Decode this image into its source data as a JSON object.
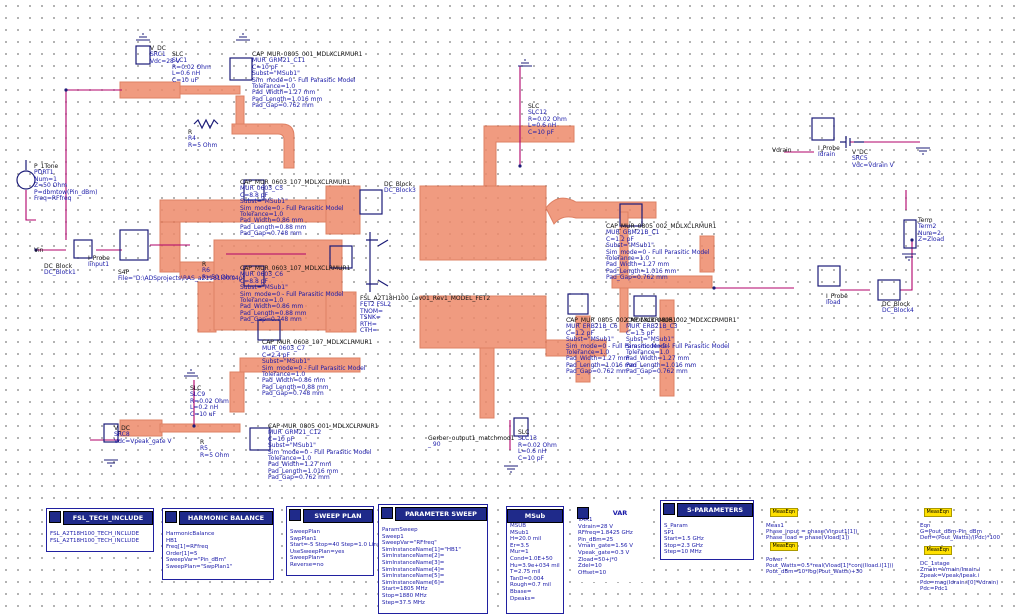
{
  "colors": {
    "layout": "#ee8a6a",
    "layout_edge": "#d96a48",
    "wire": "#b0006a",
    "component": "#1c1c78",
    "text": "#1a1aa8"
  },
  "labels": {
    "vdc_top": [
      "V_DC",
      "SRC1",
      "Vdc=28 V"
    ],
    "slc_top": [
      "SLC",
      "SLC1",
      "R=0.02 Ohm",
      "L=0.6 nH",
      "C=10 uF"
    ],
    "cap_top": [
      "CAP_MUR_0805_001_MDLXCLRMUR1",
      "MUR_GRM21_C11",
      "C=10 pF",
      "Subst=\"MSub1\"",
      "Sim_mode=0 - Full Parasitic Model",
      "Tolerance=1.0",
      "Pad_Width=1.27 mm",
      "Pad_Length=1.016 mm",
      "Pad_Gap=0.762 mm"
    ],
    "r_top": [
      "R",
      "R4",
      "R=5 Ohm"
    ],
    "slc_drain": [
      "SLC",
      "SLC12",
      "R=0.02 Ohm",
      "L=0.6 nH",
      "C=10 pF"
    ],
    "probe_vdrain": [
      "I_Probe",
      "Idrain"
    ],
    "vdc_right": [
      "V_DC",
      "SRC5",
      "Vdc=Vdrain V"
    ],
    "vdrain_tag": [
      "Vdrain"
    ],
    "term2": [
      "Term",
      "Term2",
      "Num=2",
      "Z=Zload"
    ],
    "port": [
      "P_1Tone",
      "PORT1",
      "Num=1",
      "Z=50 Ohm",
      "P=dbmtow(Pin_dBm)",
      "Freq=RFfreq"
    ],
    "vin_tag": [
      "Vin"
    ],
    "dcblock1": [
      "DC_Block",
      "DC_Block1"
    ],
    "probe_in": [
      "I_Probe",
      "Iinput1"
    ],
    "s4p": [
      "S4P",
      "File=\"D:\\ADSprojects\\RAS_a21181i00.s4p\""
    ],
    "r6": [
      "R",
      "R6",
      "R=50 Ohm"
    ],
    "cap_in1": [
      "CAP_MUR_0603_107_MDLXCLRMUR1",
      "MUR_0603_C5",
      "C=8.8 pF",
      "Subst=\"MSub1\"",
      "Sim_mode=0 - Full Parasitic Model",
      "Tolerance=1.0",
      "Pad_Width=0.86 mm",
      "Pad_Length=0.88 mm",
      "Pad_Gap=0.748 mm"
    ],
    "cap_in2": [
      "CAP_MUR_0603_107_MDLXCLRMUR1",
      "MUR_0603_C6",
      "C=8.8 pF",
      "Subst=\"MSub1\"",
      "Sim_mode=0 - Full Parasitic Model",
      "Tolerance=1.0",
      "Pad_Width=0.86 mm",
      "Pad_Length=0.88 mm",
      "Pad_Gap=0.748 mm"
    ],
    "cap_in3": [
      "CAP_MUR_0603_107_MDLXCLRMUR1",
      "MUR_0603_C7",
      "C=2.4 pF",
      "Subst=\"MSub1\"",
      "Sim_mode=0 - Full Parasitic Model",
      "Tolerance=1.0",
      "Pad_Width=0.86 mm",
      "Pad_Length=0.88 mm",
      "Pad_Gap=0.748 mm"
    ],
    "dcblock3": [
      "DC_Block",
      "DC_Block3"
    ],
    "fet": [
      "FSL_A2T18H100_Lev01_Rev1_MODEL_FET2",
      "FET2 FSL2",
      "TNOM=",
      "TSNK=",
      "RTH=",
      "CTH="
    ],
    "slc_gate": [
      "SLC",
      "SLC9",
      "R=0.02 Ohm",
      "L=0.2 nH",
      "C=10 uF"
    ],
    "vdc_gate": [
      "V_DC",
      "SRC8",
      "Vdc=Vpeak_gate V"
    ],
    "r5": [
      "R",
      "R5",
      "R=5 Ohm"
    ],
    "cap_gate": [
      "CAP_MUR_0805_001_MDLXCLRMUR1",
      "MUR_GRM21_C12",
      "C=10 pF",
      "Subst=\"MSub1\"",
      "Sim_mode=0 - Full Parasitic Model",
      "Tolerance=1.0",
      "Pad_Width=1.27 mm",
      "Pad_Length=1.016 mm",
      "Pad_Gap=0.762 mm"
    ],
    "gerber": [
      "Gerber_output1_matchmod1",
      "_ 90"
    ],
    "slc13": [
      "SLC",
      "SLC13",
      "R=0.02 Ohm",
      "L=0.6 nH",
      "C=10 pF"
    ],
    "cap_out1": [
      "CAP_MUR_0805_002_MDLXCLRMUR1",
      "MUR_GRM21B_C1",
      "C=1.2 pF",
      "Subst=\"MSub1\"",
      "Sim_mode=0 - Full Parasitic Model",
      "Tolerance=1.0",
      "Pad_Width=1.27 mm",
      "Pad_Length=1.016 mm",
      "Pad_Gap=0.762 mm"
    ],
    "cap_out2": [
      "CAP_MUR_0805_002_MDLXCLRMUR1",
      "MUR_ERB21B_C6",
      "C=1.2 pF",
      "Subst=\"MSub1\"",
      "Sim_mode=0 - Full Parasitic Model",
      "Tolerance=1.0",
      "Pad_Width=1.27 mm",
      "Pad_Length=1.016 mm",
      "Pad_Gap=0.762 mm"
    ],
    "cap_out3": [
      "CAP_MUR_0805_002_MDLXCLRMUR1",
      "MUR_ERB21B_C3",
      "C=1.5 pF",
      "Subst=\"MSub1\"",
      "Sim_mode=0 - Full Parasitic Model",
      "Tolerance=1.0",
      "Pad_Width=1.27 mm",
      "Pad_Length=1.016 mm",
      "Pad_Gap=0.762 mm"
    ],
    "probe_load": [
      "I_Probe",
      "Iload"
    ],
    "dcblock4": [
      "DC_Block",
      "DC_Block4"
    ]
  },
  "controllers": {
    "fsl": {
      "title": "FSL_TECH_INCLUDE",
      "lines": [
        "FSL_A2T18H100_TECH_INCLUDE",
        "FSL_A2T18H100_TECH_INCLUDE"
      ]
    },
    "hb": {
      "title": "HARMONIC BALANCE",
      "lines": [
        "HarmonicBalance",
        "HB1",
        "Freq[1]=RFfreq",
        "Order[1]=5",
        "SweepVar=\"Pin_dBm\"",
        "SweepPlan=\"SwpPlan1\""
      ]
    },
    "sweepplan": {
      "title": "SWEEP PLAN",
      "lines": [
        "SweepPlan",
        "SwpPlan1",
        "Start=-5 Stop=40 Step=1.0 Lin=",
        "UseSweepPlan=yes",
        "SweepPlan=",
        "Reverse=no"
      ]
    },
    "psweep": {
      "title": "PARAMETER SWEEP",
      "lines": [
        "ParamSweep",
        "Sweep1",
        "SweepVar=\"RFfreq\"",
        "SimInstanceName[1]=\"HB1\"",
        "SimInstanceName[2]=",
        "SimInstanceName[3]=",
        "SimInstanceName[4]=",
        "SimInstanceName[5]=",
        "SimInstanceName[6]=",
        "Start=1805 MHz",
        "Stop=1880 MHz",
        "Step=37.5 MHz"
      ]
    },
    "msub": {
      "title": "MSub",
      "lines": [
        "MSUB",
        "MSub1",
        "H=20.0 mil",
        "Er=3.5",
        "Mur=1",
        "Cond=1.0E+50",
        "Hu=3.9e+034 mil",
        "T=2.75 mil",
        "TanD=0.004",
        "Rough=0.7 mil",
        "Bbase=",
        "Dpeaks="
      ]
    },
    "var": {
      "title": "VAR",
      "lines": [
        "VAR1",
        "Vdrain=28 V",
        "RFfreq=1.8425 GHz",
        "Pin_dBm=25",
        "Vmain_gate=1.56 V",
        "Vpeak_gate=0.3 V",
        "Zload=50+j*0",
        "Zdel=10",
        "Offset=10"
      ]
    },
    "sparams": {
      "title": "S-PARAMETERS",
      "lines": [
        "S_Param",
        "SP1",
        "Start=1.5 GHz",
        "Stop=2.3 GHz",
        "Step=10 MHz"
      ]
    }
  },
  "equations": {
    "meas1": {
      "tag": "MeasEqn",
      "lines": [
        "Meas1",
        "Phase_input = phase(Vinput1[1])",
        "Phase_load = phase(Vload[1])"
      ]
    },
    "power": {
      "tag": "MeasEqn",
      "lines": [
        "Power",
        "Pout_Watts=0.5*real(Vload[1]*conj(Iload.i[1]))",
        "Pout_dBm=10*log(Pout_Watts)+30"
      ]
    },
    "eqn": {
      "tag": "MeasEqn",
      "lines": [
        "Eqn",
        "G=Pout_dBm-Pin_dBm",
        "Deff=(Pout_Watts)/(Pdc)*100"
      ]
    },
    "stage": {
      "tag": "MeasEqn",
      "lines": [
        "DC_1stage",
        "Zmain=Vmain/Imain.i",
        "Zpeak=Vpeak/Ipeak.i",
        "Pdc=mag(Idrain.i[0]*Vdrain)",
        "Pdc=Pdc1"
      ]
    }
  }
}
